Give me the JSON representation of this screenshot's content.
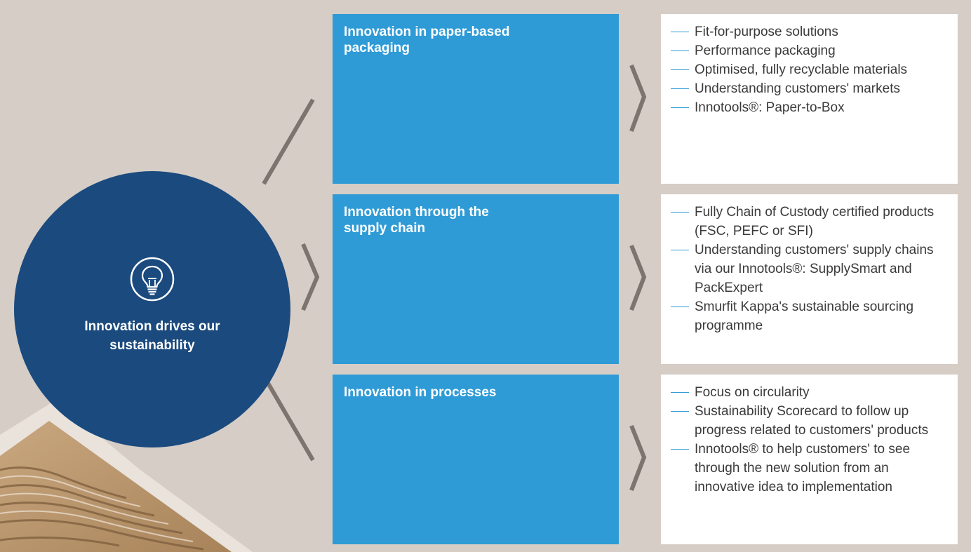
{
  "hub": {
    "title": "Innovation drives our sustainability",
    "icon": "lightbulb-icon"
  },
  "pillars": [
    {
      "title": "Innovation in paper-based packaging",
      "details": [
        "Fit-for-purpose solutions",
        "Performance packaging",
        "Optimised, fully recyclable materials",
        "Understanding customers' markets",
        "Innotools®: Paper-to-Box"
      ]
    },
    {
      "title": "Innovation through the supply chain",
      "details": [
        "Fully Chain of Custody certified products (FSC, PEFC or SFI)",
        "Understanding customers' supply chains via our Innotools®: SupplySmart and PackExpert",
        "Smurfit Kappa's sustainable sourcing programme"
      ]
    },
    {
      "title": "Innovation in processes",
      "details": [
        "Focus on circularity",
        "Sustainability Scorecard to follow up progress related to customers' products",
        "Innotools® to help customers' to see through the new solution from an innovative idea to implementation"
      ]
    }
  ],
  "colors": {
    "background": "#d6cdc6",
    "hub": "#1a4a7e",
    "pillar": "#2e9bd6",
    "detail_bg": "#ffffff",
    "connector": "#7b746f"
  }
}
